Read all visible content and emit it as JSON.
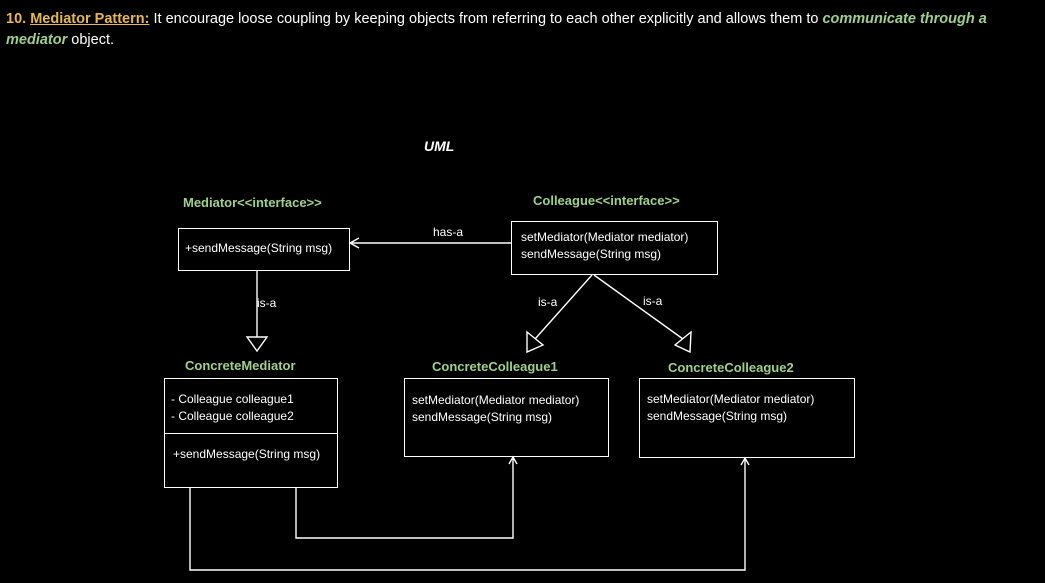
{
  "heading": {
    "number": "10.",
    "term": "Mediator Pattern:",
    "text_before": " It encourage loose coupling by keeping objects from referring to each other explicitly and allows them to ",
    "highlight": "communicate through a mediator",
    "text_after": " object."
  },
  "uml_title": "UML",
  "classes": {
    "mediator": {
      "name": "Mediator<<interface>>",
      "methods": [
        "+sendMessage(String msg)"
      ]
    },
    "colleague": {
      "name": "Colleague<<interface>>",
      "methods": [
        "setMediator(Mediator mediator)",
        "sendMessage(String msg)"
      ]
    },
    "concrete_mediator": {
      "name": "ConcreteMediator",
      "fields": [
        "- Colleague  colleague1",
        "- Colleague colleague2"
      ],
      "methods": [
        "+sendMessage(String msg)"
      ]
    },
    "concrete_colleague1": {
      "name": "ConcreteColleague1",
      "methods": [
        "setMediator(Mediator mediator)",
        "sendMessage(String msg)"
      ]
    },
    "concrete_colleague2": {
      "name": "ConcreteColleague2",
      "methods": [
        "setMediator(Mediator mediator)",
        "sendMessage(String msg)"
      ]
    }
  },
  "relations": {
    "has_a": "has-a",
    "mediator_is_a": "is-a",
    "colleague1_is_a": "is-a",
    "colleague2_is_a": "is-a"
  },
  "colors": {
    "background": "#000000",
    "heading_accent": "#e8b84a",
    "class_name": "#9fd08a",
    "lines": "#ffffff"
  }
}
